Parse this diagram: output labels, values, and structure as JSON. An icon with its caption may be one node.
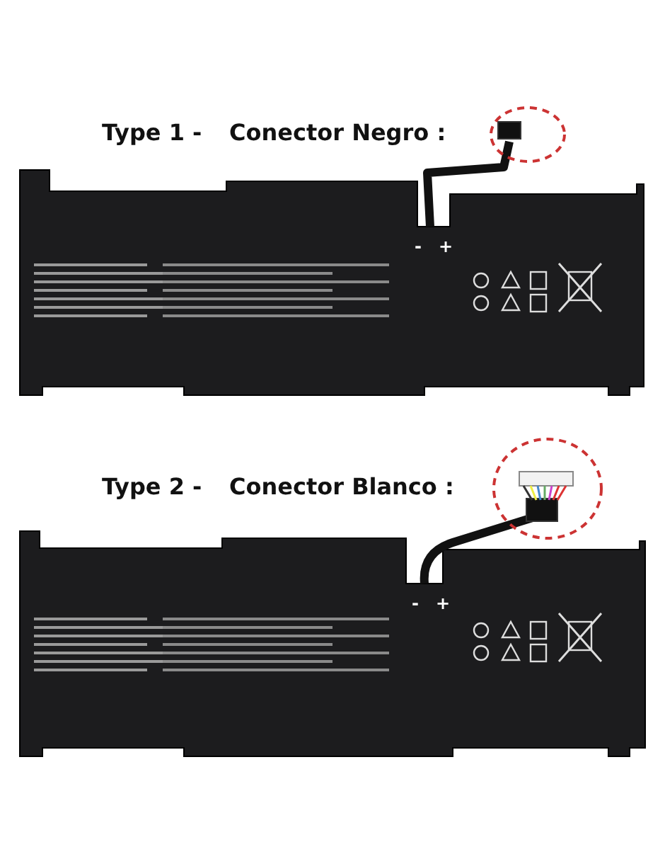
{
  "diagram": {
    "labels": [
      "Type 1 -",
      "Conector Negro :",
      "-",
      "+",
      "Type 2 -",
      "Conector Blanco :",
      "-",
      "+"
    ]
  }
}
